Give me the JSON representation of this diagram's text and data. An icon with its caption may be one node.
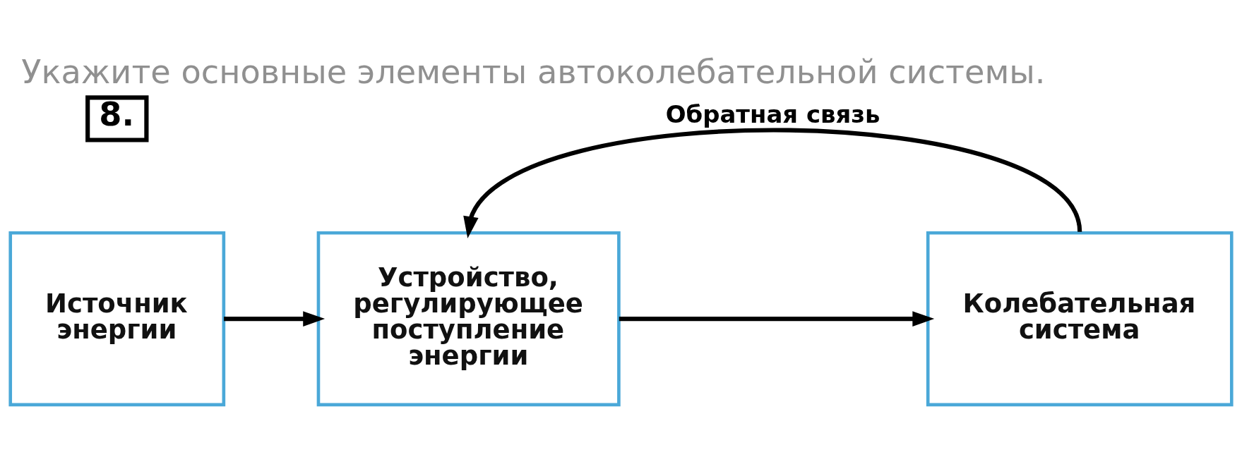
{
  "diagram": {
    "title": "Укажите основные элементы автоколебательной системы.",
    "nodes": [
      {
        "text": [
          "8."
        ]
      },
      {
        "text": [
          "Источник энергии"
        ]
      },
      {
        "text": [
          "Устройство, регулирующее поступление энергии"
        ]
      },
      {
        "text": [
          "Колебательная система"
        ]
      }
    ],
    "edges": [
      {
        "from": 1,
        "to": 2,
        "arrow": "to"
      },
      {
        "from": 2,
        "to": 3,
        "arrow": "to"
      },
      {
        "from": 3,
        "to": 2,
        "arrow": "to",
        "label": "Обратная связь"
      }
    ]
  }
}
